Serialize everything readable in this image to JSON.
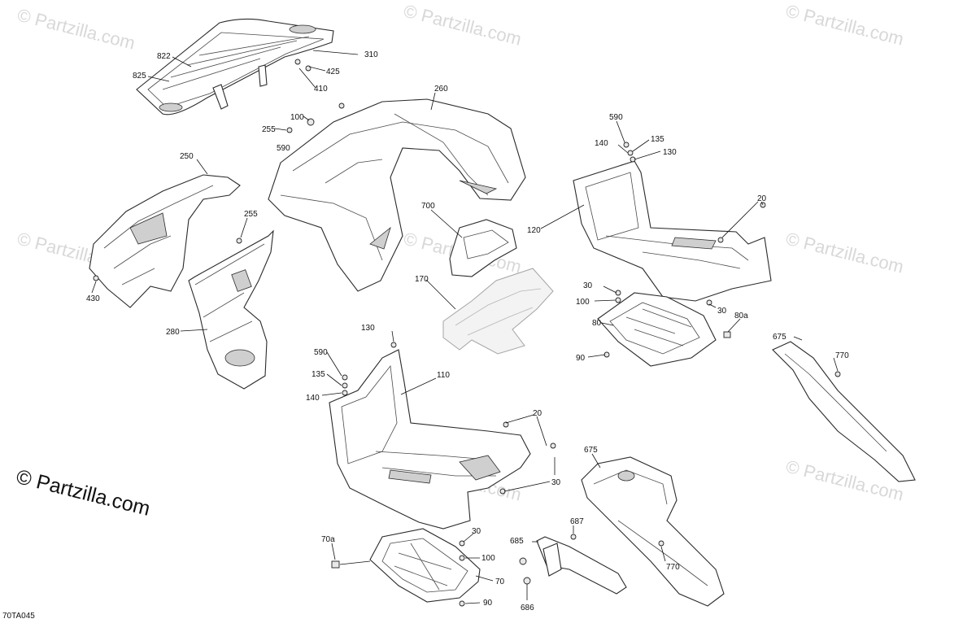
{
  "diagram": {
    "drawing_code": "70TA045",
    "watermark_text": "© Partzilla.com",
    "brand_text": "© Partzilla.com",
    "callouts": [
      "822",
      "825",
      "310",
      "425",
      "410",
      "100",
      "255",
      "590",
      "260",
      "250",
      "255",
      "430",
      "280",
      "700",
      "170",
      "590",
      "140",
      "135",
      "130",
      "120",
      "20",
      "30",
      "100",
      "30",
      "80a",
      "80",
      "90",
      "675",
      "770",
      "130",
      "590",
      "135",
      "140",
      "110",
      "20",
      "30",
      "675",
      "687",
      "685",
      "770",
      "70a",
      "30",
      "100",
      "70",
      "90",
      "686"
    ]
  }
}
